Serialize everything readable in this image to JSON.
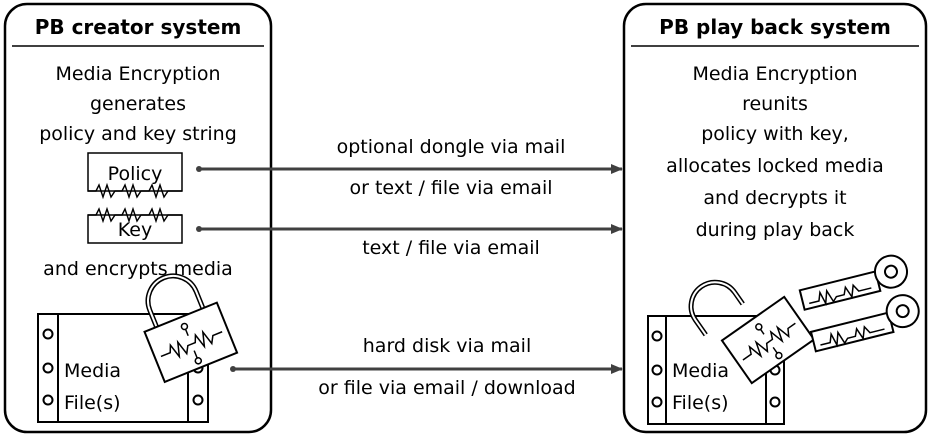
{
  "creator": {
    "title": "PB creator system",
    "lines": [
      "Media Encryption",
      "generates",
      "policy and key string"
    ],
    "policy_label": "Policy",
    "key_label": "Key",
    "encrypts_text": "and encrypts media",
    "media_label_1": "Media",
    "media_label_2": "File(s)"
  },
  "playback": {
    "title": "PB play back system",
    "lines": [
      "Media Encryption",
      "reunits",
      "policy with key,",
      "allocates locked media",
      "and decrypts it",
      "during play back"
    ],
    "media_label_1": "Media",
    "media_label_2": "File(s)"
  },
  "transfers": {
    "policy": [
      "optional dongle via mail",
      "or text / file via email"
    ],
    "key": [
      "text / file via email"
    ],
    "media": [
      "hard disk via mail",
      "or file via email / download"
    ]
  },
  "colors": {
    "line": "#000000",
    "arrow": "#404040",
    "background": "#ffffff"
  }
}
